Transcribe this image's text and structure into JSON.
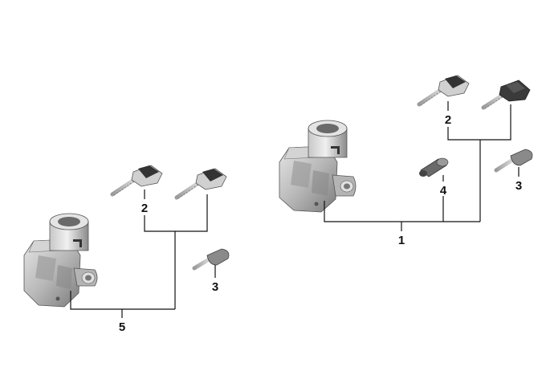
{
  "callouts": {
    "group_right_ignition": "1",
    "group_right_key_pair": "2",
    "group_right_spare_key": "3",
    "group_right_cylinder": "4",
    "group_left_key_pair": "2",
    "group_left_spare_key": "3",
    "group_left_ignition": "5"
  },
  "colors": {
    "metal_light": "#d9d9d9",
    "metal_mid": "#a8a8a8",
    "metal_dark": "#6e6e6e",
    "key_head": "#3a3a3a",
    "line": "#111111"
  }
}
